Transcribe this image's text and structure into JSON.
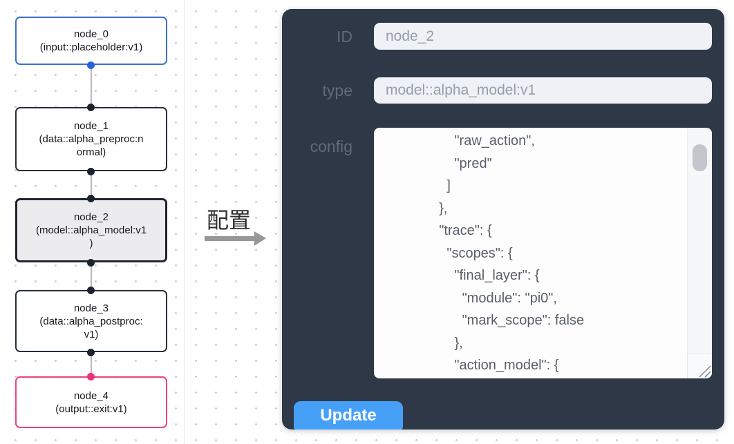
{
  "canvas": {
    "nodes": [
      {
        "title": "node_0",
        "subtitle": "(input::placeholder:v1)",
        "state": "input"
      },
      {
        "title": "node_1",
        "subtitle": "(data::alpha_preproc:n\normal)",
        "state": "normal"
      },
      {
        "title": "node_2",
        "subtitle": "(model::alpha_model:v1\n)",
        "state": "selected"
      },
      {
        "title": "node_3",
        "subtitle": "(data::alpha_postproc:\nv1)",
        "state": "normal"
      },
      {
        "title": "node_4",
        "subtitle": "(output::exit:v1)",
        "state": "output"
      }
    ]
  },
  "transition": {
    "label": "配置"
  },
  "panel": {
    "fields": {
      "id": {
        "label": "ID",
        "value": "node_2"
      },
      "type": {
        "label": "type",
        "value": "model::alpha_model:v1"
      },
      "config": {
        "label": "config",
        "text": "        \"raw_action\",\n        \"pred\"\n      ]\n    },\n    \"trace\": {\n      \"scopes\": {\n        \"final_layer\": {\n          \"module\": \"pi0\",\n          \"mark_scope\": false\n        },\n        \"action_model\": {"
      }
    },
    "update_label": "Update"
  },
  "icons": {
    "port": "connection-port-dot",
    "resize": "textarea-resize-grip",
    "arrow": "right-arrow"
  },
  "colors": {
    "panel_bg": "#2e3847",
    "accent_blue": "#47a0f8",
    "input_node_border": "#3b6fd4",
    "output_node_border": "#ee4181",
    "selected_node_bg": "#ececee",
    "port_dark": "#1c2330",
    "port_blue": "#2563d9",
    "port_pink": "#ea2f81"
  }
}
